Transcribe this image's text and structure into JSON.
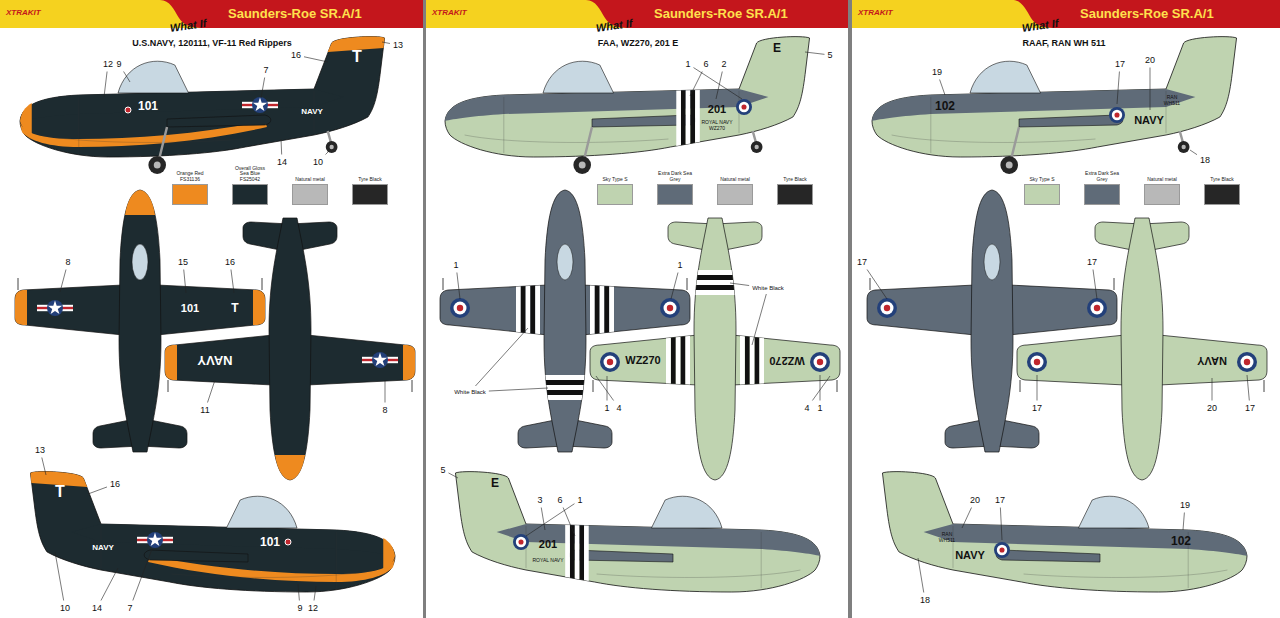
{
  "diagram": {
    "nodes": [
      {
        "text": [
          "U.S.NAVY, 120111, VF-11 Red Rippers"
        ]
      },
      {
        "text": [
          "XTRAKIT",
          "What If",
          "Saunders-Roe SR.A/1"
        ],
        "in": 0
      },
      {
        "text": [
          "FAA, WZ270, 201 E"
        ]
      },
      {
        "text": [
          "XTRAKIT",
          "What If",
          "Saunders-Roe SR.A/1"
        ],
        "in": 2
      },
      {
        "text": [
          "RAAF, RAN WH 511"
        ]
      },
      {
        "text": [
          "XTRAKIT",
          "What If",
          "Saunders-Roe SR.A/1"
        ],
        "in": 4
      }
    ],
    "labels": [
      "12",
      "9",
      "7",
      "16",
      "13",
      "14",
      "10",
      "101",
      "NAVY",
      "T",
      "8",
      "15",
      "16",
      "101",
      "T",
      "NAVY",
      "11",
      "8",
      "13",
      "16",
      "T",
      "NAVY",
      "101",
      "10",
      "14",
      "7",
      "9",
      "12",
      "1",
      "6",
      "2",
      "5",
      "E",
      "201",
      "ROYAL NAVY WZ270",
      "1",
      "1",
      "White Black",
      "White Black",
      "WZ270",
      "WZ270",
      "1",
      "4",
      "4",
      "1",
      "5",
      "E",
      "3",
      "6",
      "1",
      "201",
      "ROYAL NAVY",
      "19",
      "17",
      "20",
      "18",
      "102",
      "NAVY",
      "RAN WH511",
      "17",
      "17",
      "NAVY",
      "17",
      "20",
      "17",
      "20",
      "17",
      "19",
      "18",
      "NAVY",
      "102",
      "RAN WH511"
    ],
    "legend": [
      {
        "text": "Orange Red FS31136",
        "color": "#ee8a1f"
      },
      {
        "text": "Overall Gloss Sea Blue FS25042",
        "color": "#1d2b30"
      },
      {
        "text": "Natural metal",
        "color": "#b8b8b8"
      },
      {
        "text": "Tyre Black",
        "color": "#262626"
      },
      {
        "text": "Sky Type S",
        "color": "#bfd3b0"
      },
      {
        "text": "Extra Dark Sea Grey",
        "color": "#5f6b78"
      },
      {
        "text": "Natural metal",
        "color": "#b8b8b8"
      },
      {
        "text": "Tyre Black",
        "color": "#262626"
      },
      {
        "text": "Sky Type S",
        "color": "#bfd3b0"
      },
      {
        "text": "Extra Dark Sea Grey",
        "color": "#5f6b78"
      },
      {
        "text": "Natural metal",
        "color": "#b8b8b8"
      },
      {
        "text": "Tyre Black",
        "color": "#262626"
      }
    ]
  }
}
